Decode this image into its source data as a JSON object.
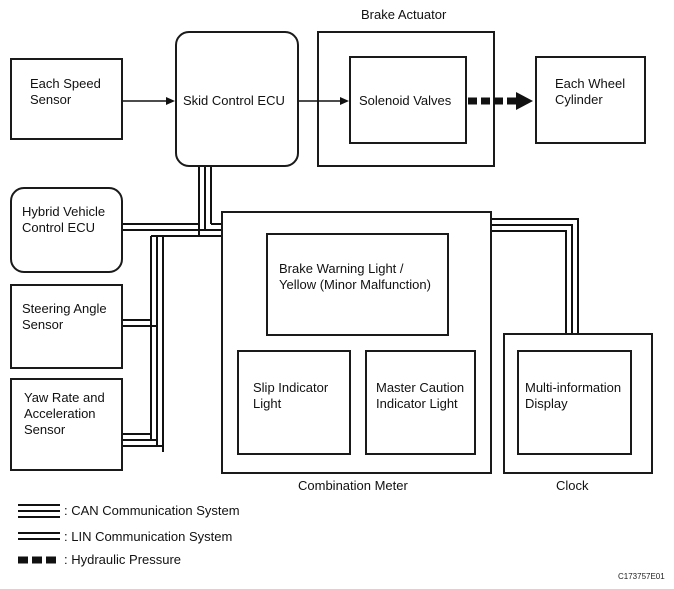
{
  "blocks": {
    "each_speed_sensor": "Each Speed\nSensor",
    "skid_control_ecu": "Skid Control ECU",
    "brake_actuator": "Brake Actuator",
    "solenoid_valves": "Solenoid Valves",
    "each_wheel_cylinder": "Each Wheel\nCylinder",
    "hybrid_vehicle_control_ecu": "Hybrid Vehicle\nControl ECU",
    "steering_angle_sensor": "Steering Angle\nSensor",
    "yaw_rate_sensor": "Yaw Rate and\nAcceleration\nSensor",
    "combination_meter": "Combination Meter",
    "brake_warning_light": "Brake Warning Light /\nYellow (Minor Malfunction)",
    "slip_indicator_light": "Slip Indicator\nLight",
    "master_caution_light": "Master Caution\nIndicator Light",
    "clock": "Clock",
    "multi_information_display": "Multi-information\nDisplay"
  },
  "legend": {
    "can": ": CAN Communication System",
    "lin": ": LIN Communication System",
    "hydraulic": ": Hydraulic Pressure"
  },
  "figure_code": "C173757E01"
}
